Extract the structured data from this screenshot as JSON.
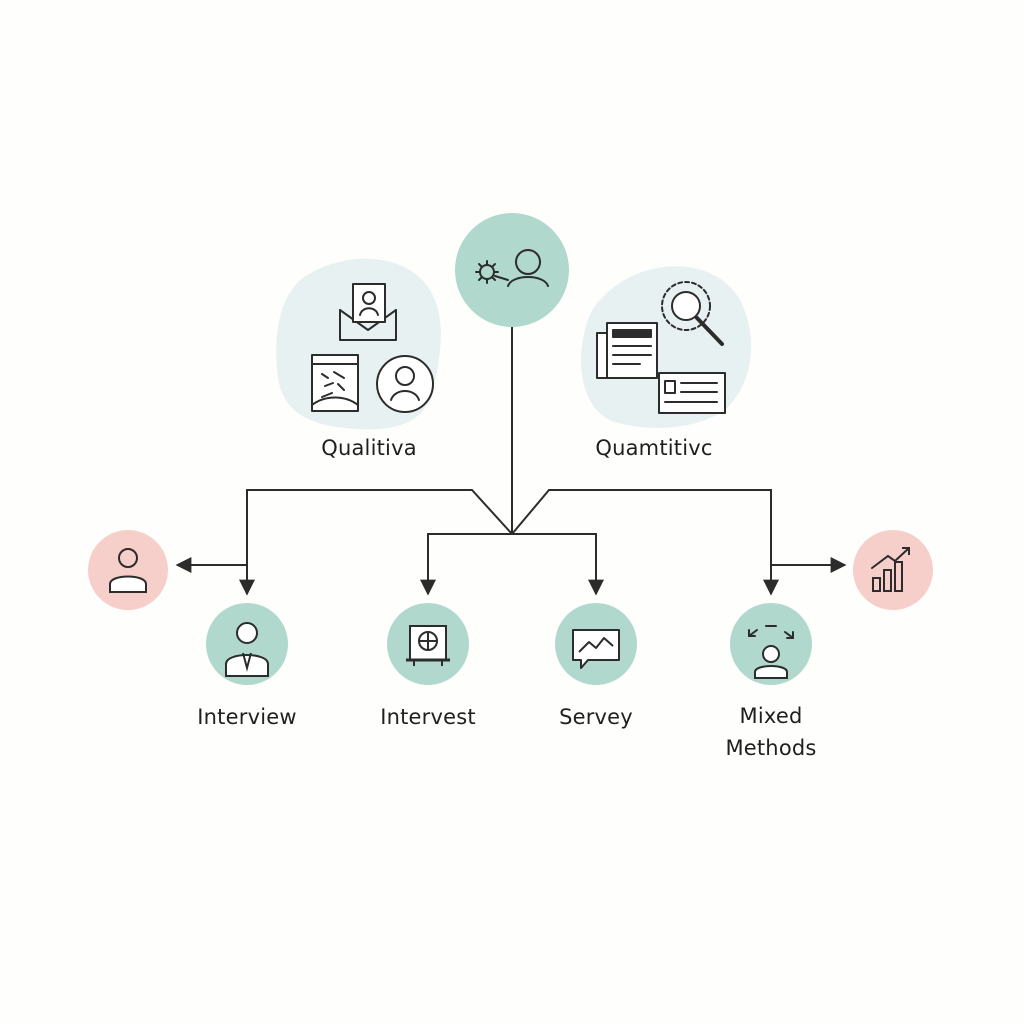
{
  "branches": {
    "left": {
      "label": "Qualitiva",
      "icons": [
        "id-card-envelope-icon",
        "sketch-document-icon",
        "person-portrait-icon"
      ]
    },
    "right": {
      "label": "Quamtitivc",
      "icons": [
        "gear-magnifier-icon",
        "newspaper-icon",
        "data-card-icon"
      ]
    }
  },
  "root": {
    "icon": "person-gear-icon"
  },
  "methods": [
    {
      "label": "Interview",
      "icon": "businessman-icon"
    },
    {
      "label": "Intervest",
      "icon": "monitor-globe-icon"
    },
    {
      "label": "Servey",
      "icon": "line-chart-screen-icon"
    },
    {
      "label": "Mixed Methods",
      "icon": "person-arrows-icon"
    }
  ],
  "side_nodes": {
    "left": {
      "icon": "user-icon"
    },
    "right": {
      "icon": "bar-growth-icon"
    }
  },
  "colors": {
    "teal": "#b0d8cc",
    "pink": "#f6cfca",
    "cloud": "#e8f1f1",
    "stroke": "#2c2c2c"
  }
}
